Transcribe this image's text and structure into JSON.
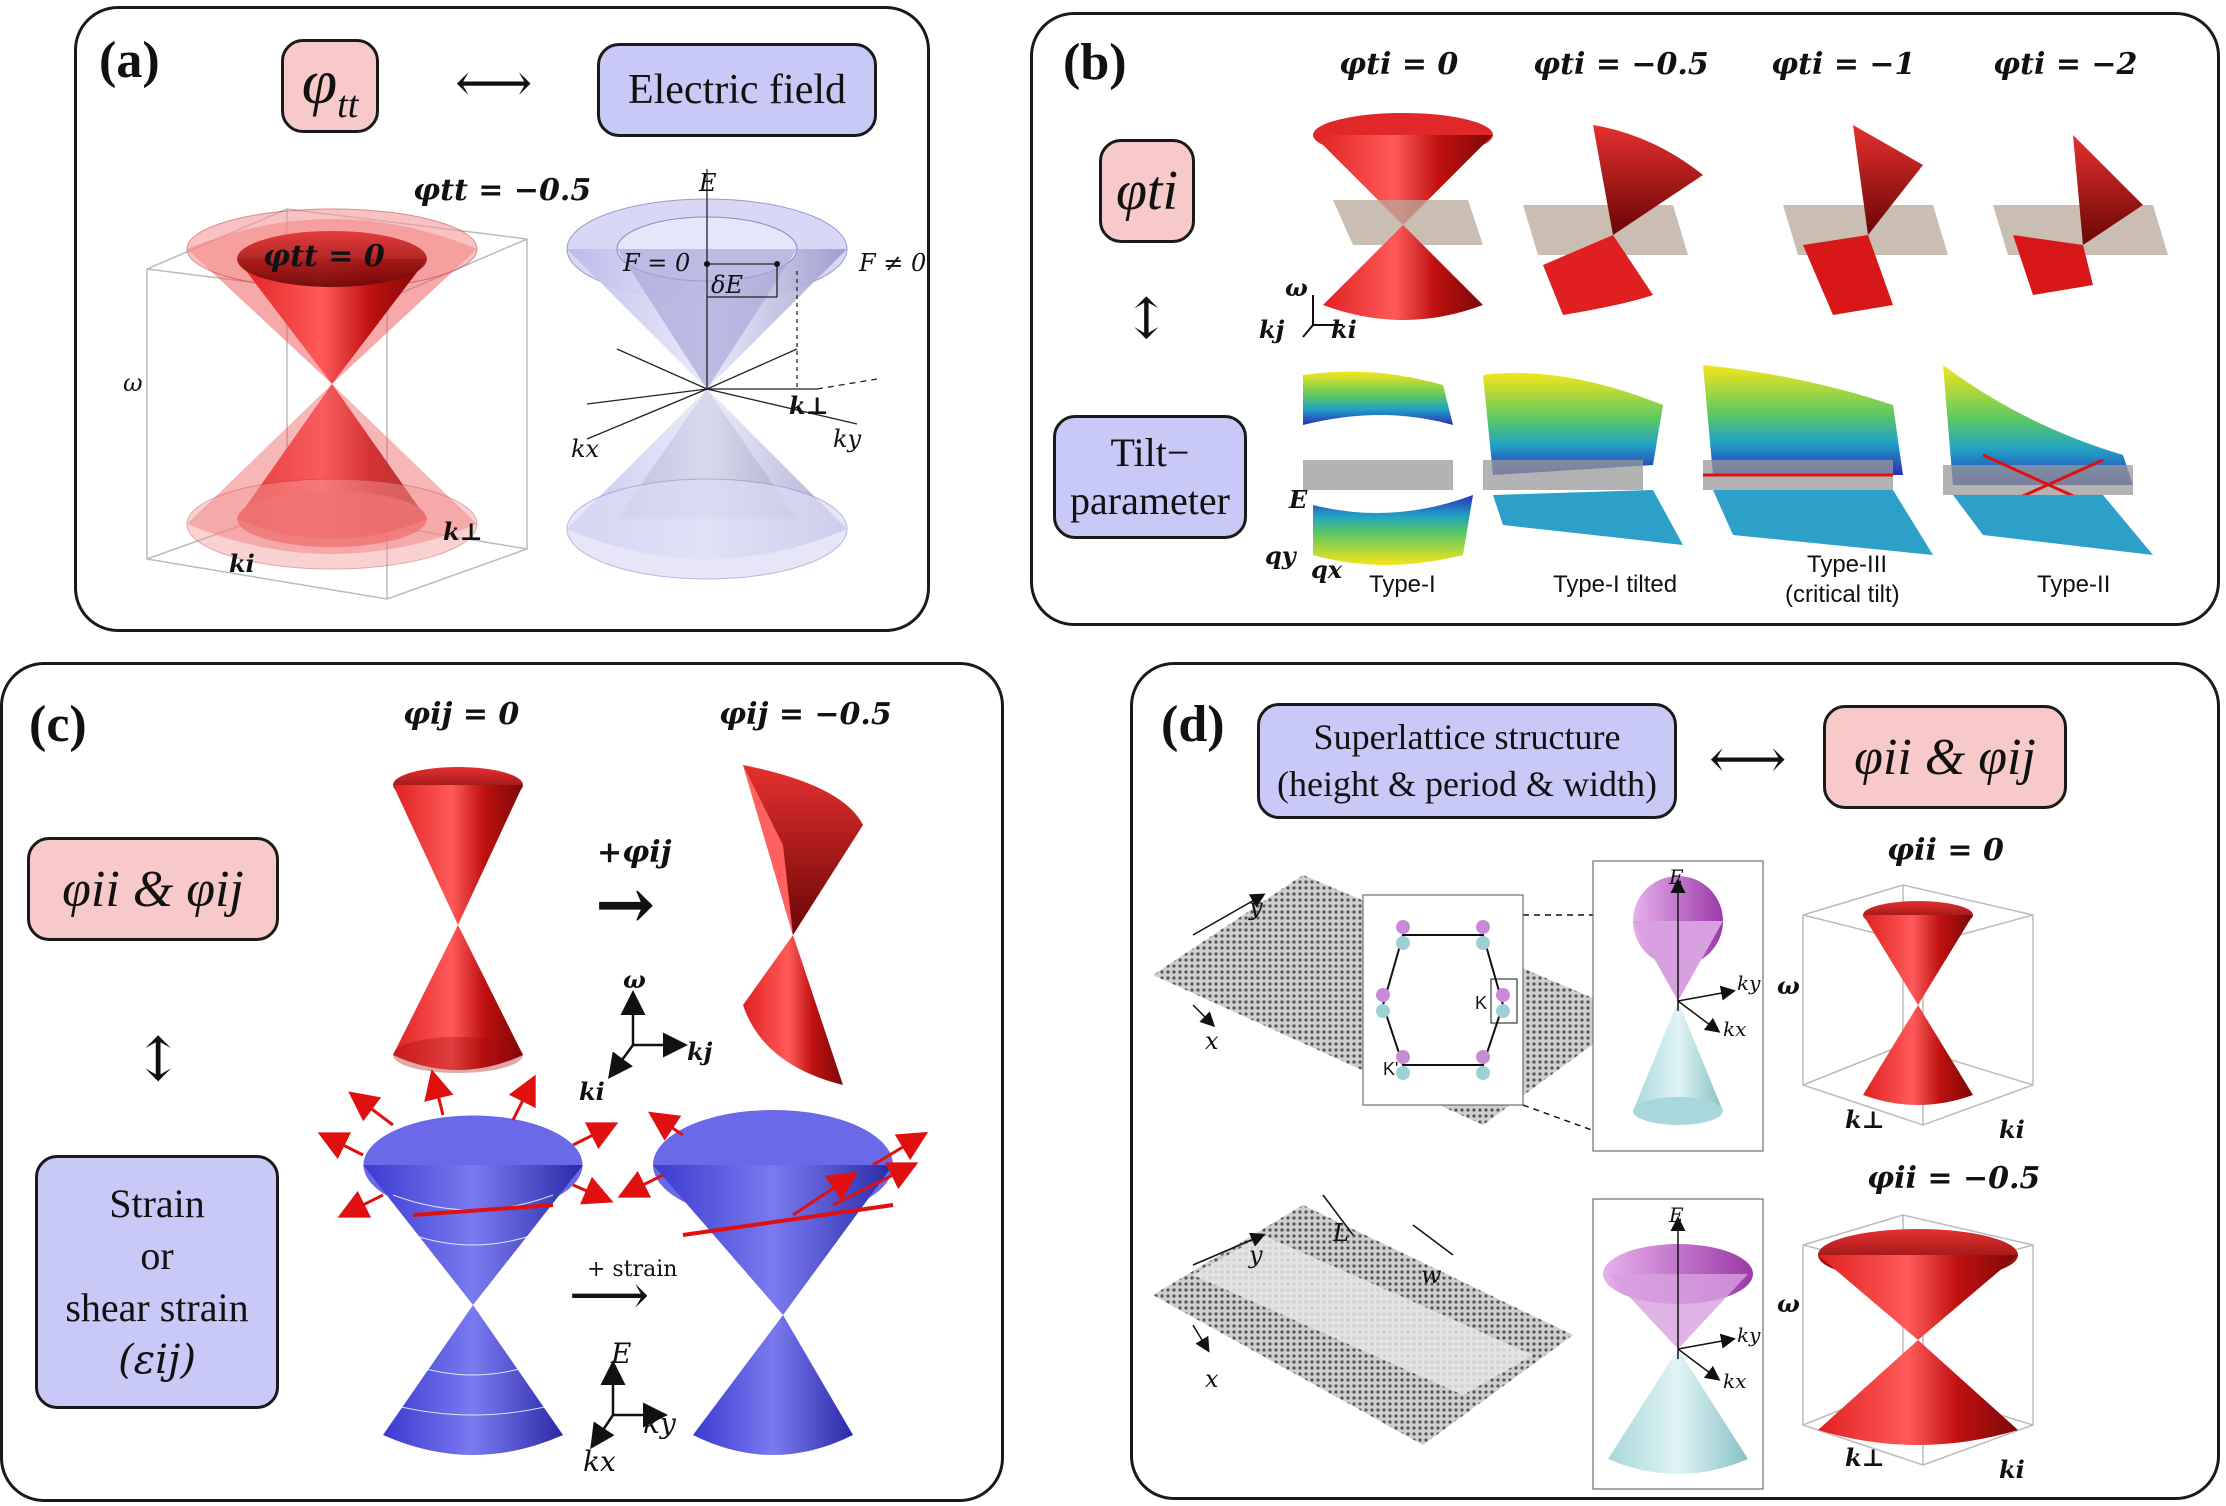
{
  "panel_a": {
    "label": "(a)",
    "param": "φtt",
    "param_base": "φ",
    "param_sub": "tt",
    "arrow": "⟷",
    "field": "Electric field",
    "eq_outer": "φtt = −0.5",
    "eq_inner": "φtt = 0",
    "axis_omega": "ω",
    "axis_ki": "ki",
    "axis_kperp": "k⊥",
    "axis_E": "E",
    "F0": "F = 0",
    "Fne0": "F ≠ 0",
    "dE": "δE",
    "kx": "kx",
    "ky": "ky",
    "kperp2": "k⊥"
  },
  "panel_b": {
    "label": "(b)",
    "param": "φti",
    "eqs": [
      "φti = 0",
      "φti = −0.5",
      "φti = −1",
      "φti = −2"
    ],
    "tilt_line1": "Tilt−",
    "tilt_line2": "parameter",
    "types": [
      "Type-I",
      "Type-I tilted",
      "Type-III",
      "Type-II"
    ],
    "type3_sub": "(critical tilt)",
    "axis_omega": "ω",
    "axis_kj": "kj",
    "axis_ki": "ki",
    "axis_E": "E",
    "axis_qy": "qy",
    "axis_qx": "qx"
  },
  "panel_c": {
    "label": "(c)",
    "param": "φii & φij",
    "eq0": "φij = 0",
    "eq1": "φij = −0.5",
    "plus": "+φij",
    "strain1": "Strain",
    "strain2": "or",
    "strain3": "shear strain",
    "strain4": "(εij)",
    "plus_strain": "+ strain",
    "axis_omega": "ω",
    "axis_kj": "kj",
    "axis_ki": "ki",
    "axis_E": "E",
    "axis_ky": "ky",
    "axis_kx": "kx"
  },
  "panel_d": {
    "label": "(d)",
    "structure1": "Superlattice structure",
    "structure2": "(height & period & width)",
    "arrow": "⟷",
    "param": "φii & φij",
    "eq0": "φii = 0",
    "eq1": "φii = −0.5",
    "y": "y",
    "x": "x",
    "K": "K",
    "Kp": "K'",
    "E": "E",
    "ky": "ky",
    "kx": "kx",
    "L": "L",
    "w": "w",
    "axis_omega": "ω",
    "axis_kperp": "k⊥",
    "axis_ki": "ki"
  },
  "colors": {
    "red": "#d81818",
    "darkred": "#7a0a0a",
    "pink": "#f8c9c9",
    "lavender": "#c9c9f7",
    "blue": "#4a4ae0",
    "cyan": "#bfe3e6",
    "magenta": "#c98ad8"
  }
}
